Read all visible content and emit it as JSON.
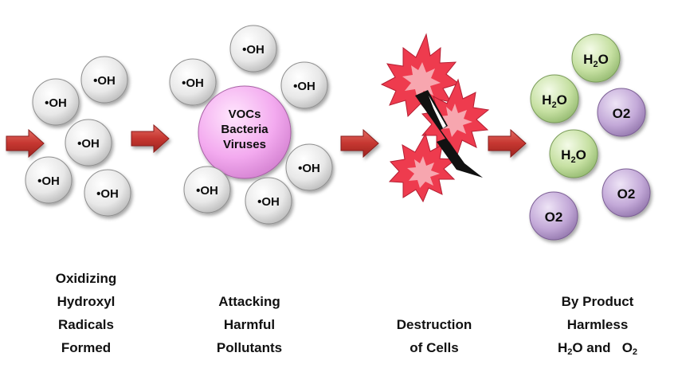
{
  "stage1": {
    "radical_label": "•OH",
    "caption": [
      "Oxidizing",
      "Hydroxyl",
      "Radicals",
      "Formed"
    ]
  },
  "stage2": {
    "radical_label": "•OH",
    "pollutant_lines": [
      "VOCs",
      "Bacteria",
      "Viruses"
    ],
    "caption": [
      "Attacking",
      "Harmful",
      "Pollutants"
    ]
  },
  "stage3": {
    "caption": [
      "Destruction",
      "of Cells"
    ]
  },
  "stage4": {
    "water": {
      "main": "H",
      "sub": "2",
      "tail": "O"
    },
    "oxygen_label": "O2",
    "caption": [
      "By Product",
      "Harmless"
    ],
    "caption_formula": {
      "h": "H",
      "h_sub": "2",
      "o_and": "O and",
      "o2": "O",
      "o2_sub": "2"
    }
  },
  "colors": {
    "radical_fill": "#e4e4e4",
    "pollutant_fill": "#f2a8ee",
    "water_fill": "#c6e0a2",
    "oxygen_fill": "#c3a9d8",
    "arrow_fill": "#c83a36",
    "burst_fill": "#ee3b4e",
    "bolt_fill": "#111111"
  },
  "icons": [
    "arrow-right-icon",
    "burst-icon",
    "lightning-bolt-icon"
  ]
}
